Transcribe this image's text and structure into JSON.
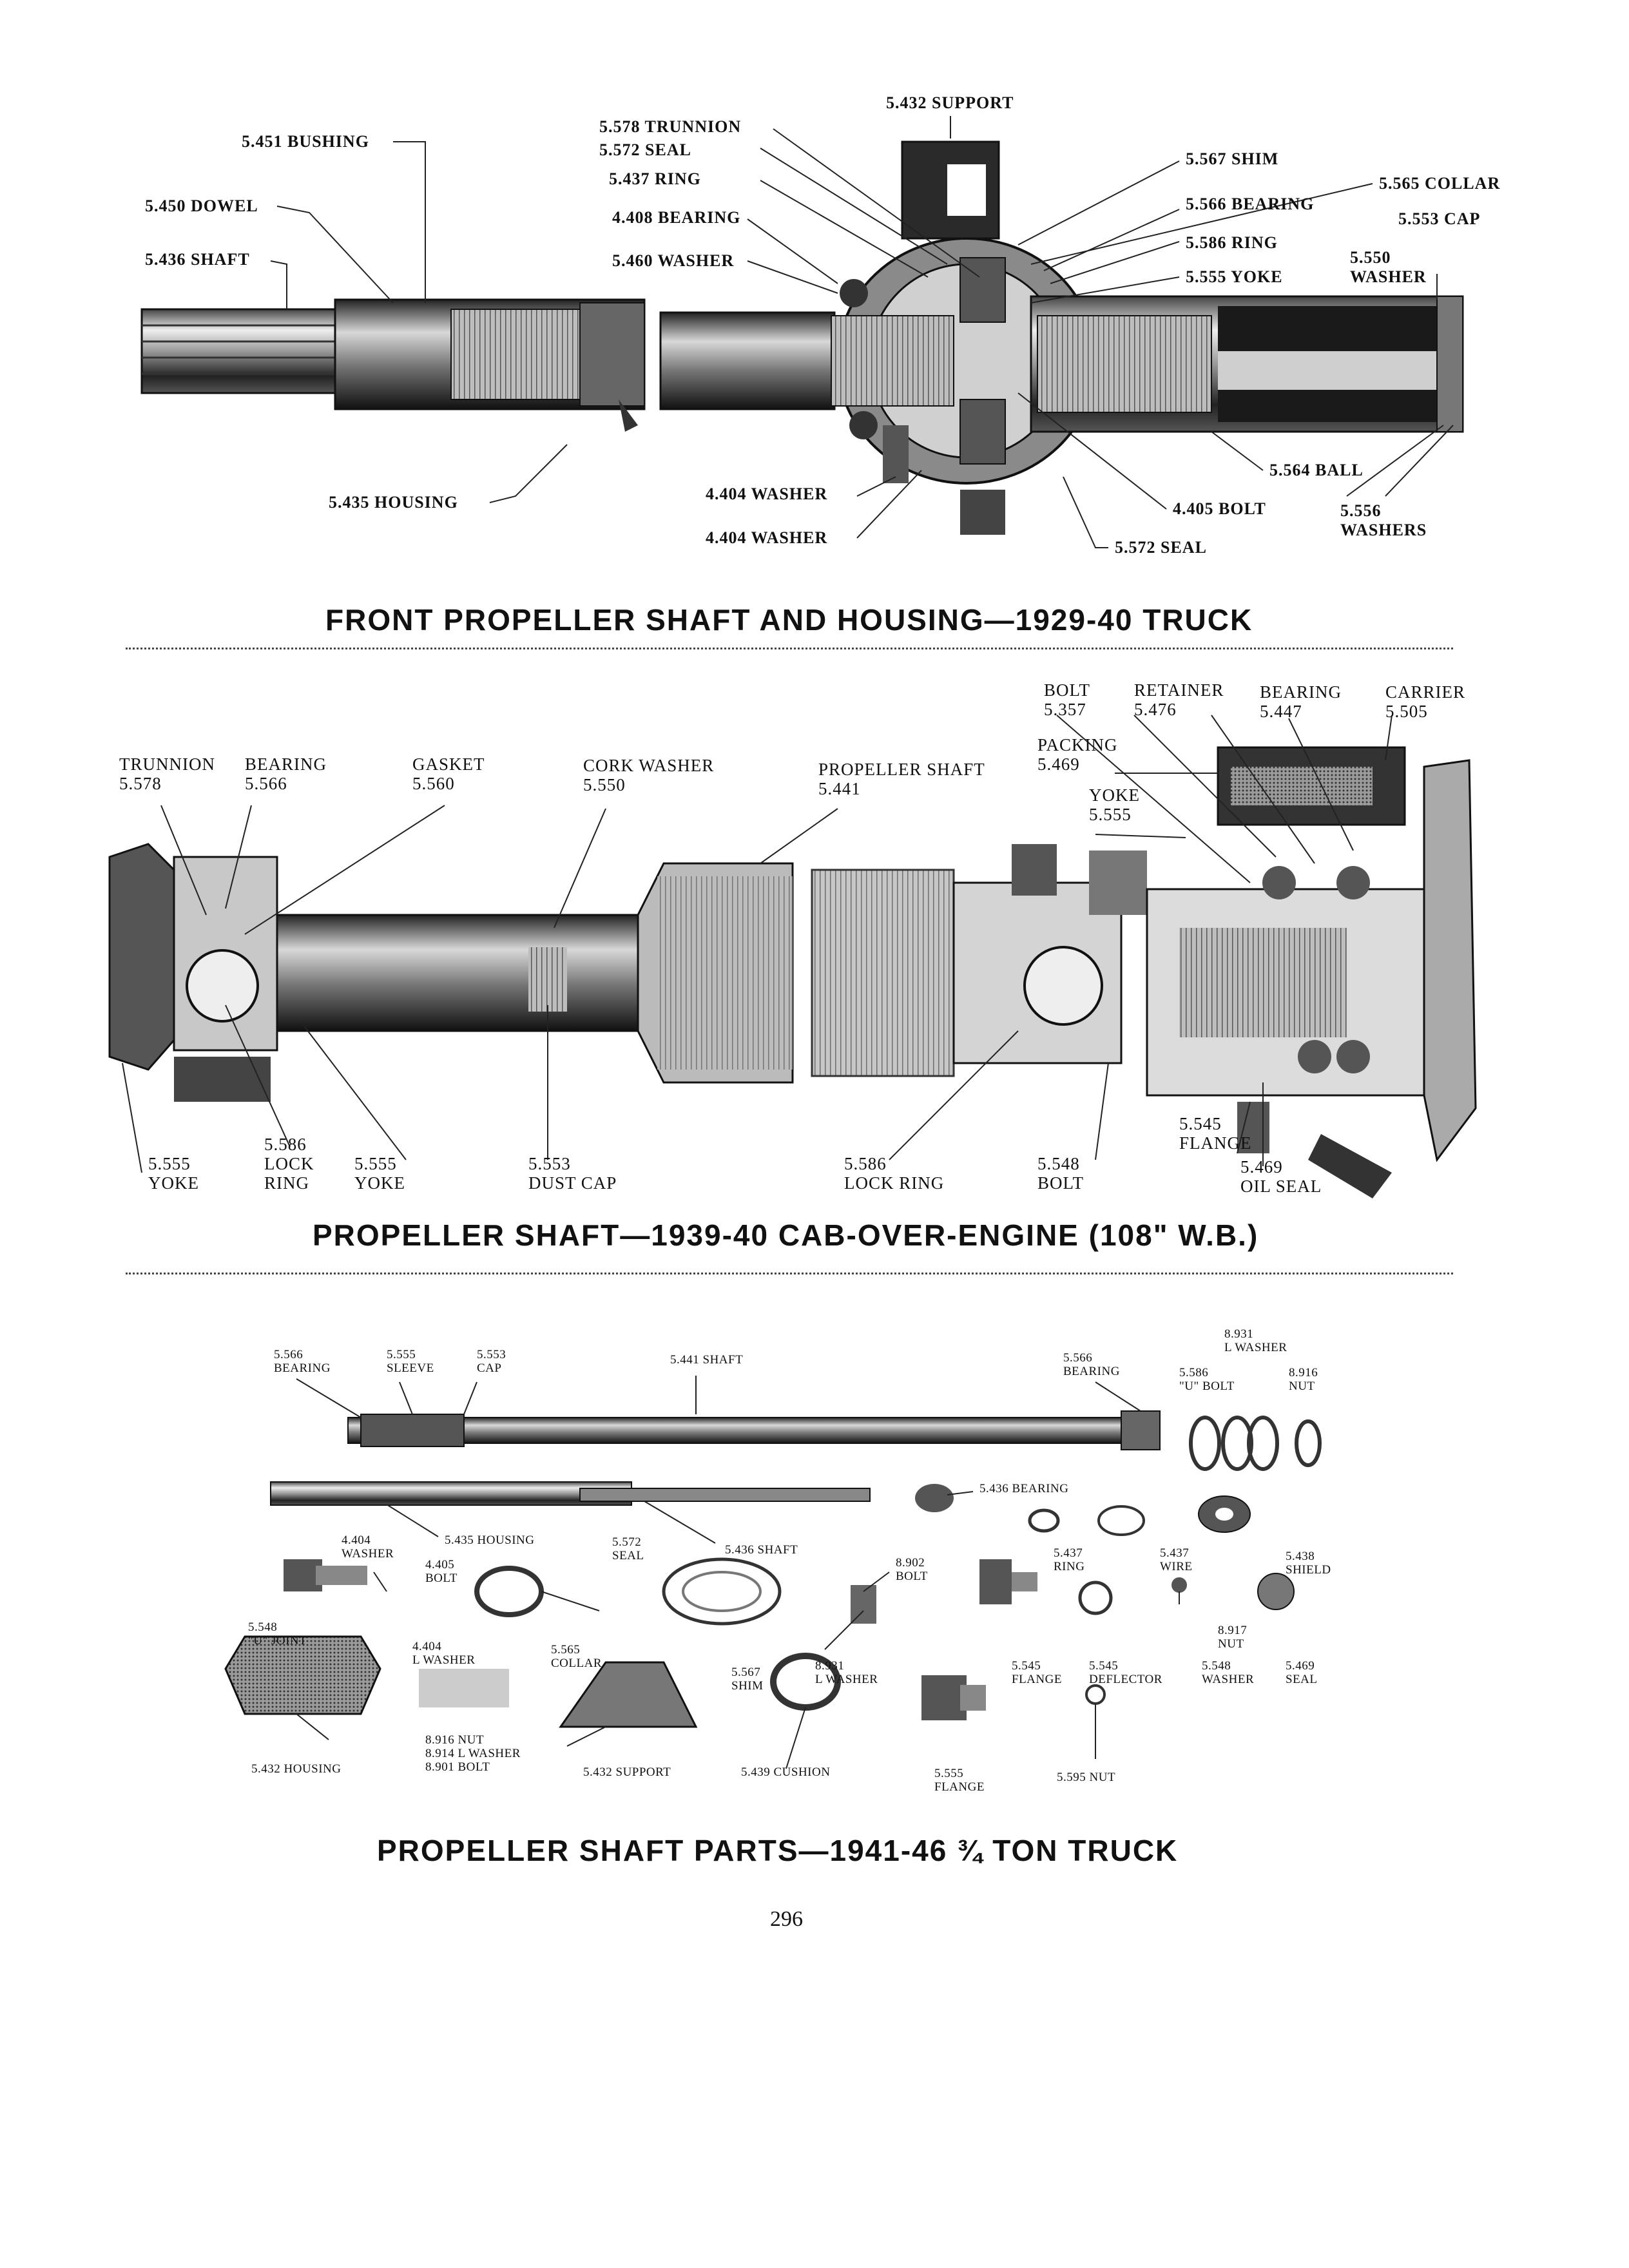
{
  "fig1": {
    "title": "FRONT PROPELLER SHAFT AND HOUSING—1929-40 TRUCK",
    "labels": {
      "support": "5.432 SUPPORT",
      "trunnion": "5.578 TRUNNION",
      "seal": "5.572 SEAL",
      "ring": "5.437 RING",
      "bearing": "4.408 BEARING",
      "washer460": "5.460 WASHER",
      "bushing": "5.451 BUSHING",
      "dowel": "5.450 DOWEL",
      "shaft": "5.436 SHAFT",
      "shim": "5.567 SHIM",
      "collar": "5.565 COLLAR",
      "bearing566": "5.566 BEARING",
      "cap": "5.553 CAP",
      "ring586": "5.586 RING",
      "washer550_a": "5.550",
      "yoke": "5.555 YOKE",
      "washer550_b": "WASHER",
      "housing": "5.435 HOUSING",
      "washer404a": "4.404 WASHER",
      "washer404b": "4.404 WASHER",
      "ball": "5.564 BALL",
      "bolt405": "4.405 BOLT",
      "washers556_a": "5.556",
      "washers556_b": "WASHERS",
      "seal572": "5.572 SEAL"
    }
  },
  "fig2": {
    "title": "PROPELLER SHAFT—1939-40 CAB-OVER-ENGINE (108\" W.B.)",
    "labels": {
      "bolt_name": "BOLT",
      "bolt_num": "5.357",
      "retainer_name": "RETAINER",
      "retainer_num": "5.476",
      "bearing447_name": "BEARING",
      "bearing447_num": "5.447",
      "carrier_name": "CARRIER",
      "carrier_num": "5.505",
      "packing_name": "PACKING",
      "packing_num": "5.469",
      "yoke555_name": "YOKE",
      "yoke555_num": "5.555",
      "trunnion_name": "TRUNNION",
      "trunnion_num": "5.578",
      "bearing566_name": "BEARING",
      "bearing566_num": "5.566",
      "gasket_name": "GASKET",
      "gasket_num": "5.560",
      "cork_name": "CORK WASHER",
      "cork_num": "5.550",
      "prop_name": "PROPELLER SHAFT",
      "prop_num": "5.441",
      "yokeL_num": "5.555",
      "yokeL_name": "YOKE",
      "lockring_num": "5.586",
      "lockring_name1": "LOCK",
      "lockring_name2": "RING",
      "yokeM_num": "5.555",
      "yokeM_name": "YOKE",
      "dustcap_num": "5.553",
      "dustcap_name": "DUST CAP",
      "lockring2_num": "5.586",
      "lockring2_name": "LOCK RING",
      "bolt548_num": "5.548",
      "bolt548_name": "BOLT",
      "flange_num": "5.545",
      "flange_name": "FLANGE",
      "oilseal_num": "5.469",
      "oilseal_name": "OIL SEAL"
    }
  },
  "fig3": {
    "title": "PROPELLER SHAFT PARTS—1941-46 ¾ TON TRUCK",
    "labels": {
      "l1": "5.566",
      "l1b": "BEARING",
      "l2": "5.555",
      "l2b": "SLEEVE",
      "l3": "5.553",
      "l3b": "CAP",
      "l4": "5.441 SHAFT",
      "l5": "5.566",
      "l5b": "BEARING",
      "l6": "8.931",
      "l6b": "L WASHER",
      "l7": "5.586",
      "l7b": "\"U\" BOLT",
      "l8": "8.916",
      "l8b": "NUT",
      "l9": "5.436 BEARING",
      "l10": "4.404",
      "l10b": "WASHER",
      "l11": "5.435 HOUSING",
      "l12": "5.572",
      "l12b": "SEAL",
      "l13": "5.436 SHAFT",
      "l14": "8.902",
      "l14b": "BOLT",
      "l15": "5.437",
      "l15b": "RING",
      "l16": "5.437",
      "l16b": "WIRE",
      "l17": "5.438",
      "l17b": "SHIELD",
      "l18": "4.405",
      "l18b": "BOLT",
      "l19": "5.548",
      "l19b": "\"U\" JOINT",
      "l20": "4.404",
      "l20b": "L WASHER",
      "l21": "5.565",
      "l21b": "COLLAR",
      "l22": "5.567",
      "l22b": "SHIM",
      "l23": "8.931",
      "l23b": "L WASHER",
      "l24": "5.545",
      "l24b": "FLANGE",
      "l25": "5.545",
      "l25b": "DEFLECTOR",
      "l26": "5.548",
      "l26b": "WASHER",
      "l27": "8.917",
      "l27b": "NUT",
      "l28": "5.469",
      "l28b": "SEAL",
      "l29": "8.916 NUT",
      "l30": "8.914 L WASHER",
      "l31": "8.901 BOLT",
      "l32": "5.432 HOUSING",
      "l33": "5.432 SUPPORT",
      "l34": "5.439 CUSHION",
      "l35": "5.555",
      "l35b": "FLANGE",
      "l36": "5.595 NUT"
    }
  },
  "page_number": "296"
}
